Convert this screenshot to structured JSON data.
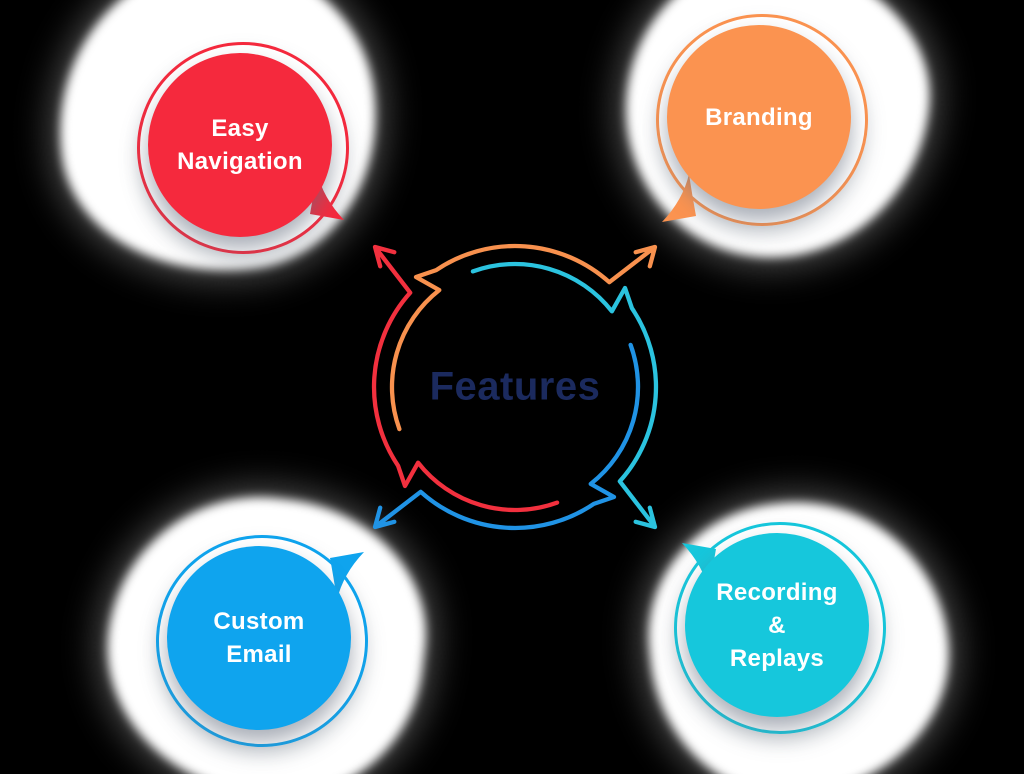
{
  "page": {
    "background": "#000000"
  },
  "center": {
    "label": "Features",
    "label_color": "#1B2A5E",
    "arrows": [
      {
        "name": "arrow-to-branding",
        "direction": "north-east",
        "color": "#F8914E"
      },
      {
        "name": "arrow-to-recording-replays",
        "direction": "south-east",
        "color": "#2BC3DF"
      },
      {
        "name": "arrow-to-custom-email",
        "direction": "south-west",
        "color": "#2093E5"
      },
      {
        "name": "arrow-to-easy-navigation",
        "direction": "north-west",
        "color": "#F2303E"
      }
    ]
  },
  "bubbles": [
    {
      "name": "easy-navigation",
      "lines": [
        "Easy",
        "Navigation"
      ],
      "color": "#F5293D",
      "text_color": "#FFFFFF",
      "tail_direction": "south-east"
    },
    {
      "name": "branding",
      "lines": [
        "Branding"
      ],
      "color": "#FB9350",
      "text_color": "#FFFFFF",
      "tail_direction": "south-west"
    },
    {
      "name": "custom-email",
      "lines": [
        "Custom",
        "Email"
      ],
      "color": "#0FA4EE",
      "text_color": "#FFFFFF",
      "tail_direction": "north-east"
    },
    {
      "name": "recording-replays",
      "lines": [
        "Recording",
        "&",
        "Replays"
      ],
      "color": "#16C7DC",
      "text_color": "#FFFFFF",
      "tail_direction": "north-west"
    }
  ]
}
